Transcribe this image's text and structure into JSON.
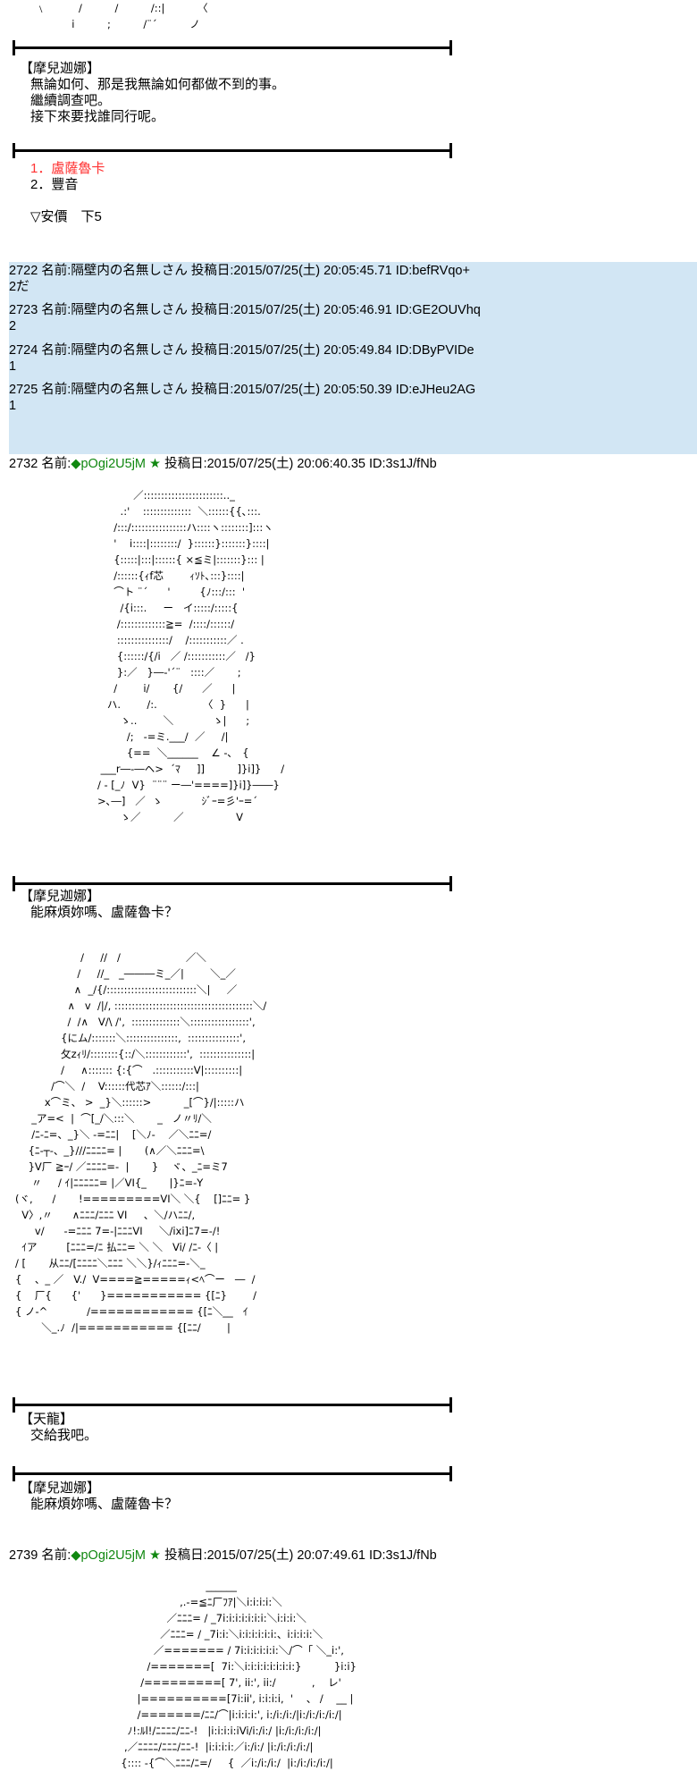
{
  "top_art": [
    "﹨          /          /          /::|          〈",
    "           i          ;          /¨´          ノ"
  ],
  "scene1": {
    "speaker": "【摩兒迦娜】",
    "lines": [
      "無論如何、那是我無論如何都做不到的事。",
      "繼續調查吧。",
      "接下來要找誰同行呢。"
    ]
  },
  "choices": {
    "items": [
      "1．盧薩魯卡",
      "2．豐音"
    ],
    "anka": "▽安價　下5"
  },
  "replies": [
    {
      "header": "2722 名前:隔壁内の名無しさん 投稿日:2015/07/25(土) 20:05:45.71 ID:befRVqo+",
      "body": "2だ"
    },
    {
      "header": "2723 名前:隔壁内の名無しさん 投稿日:2015/07/25(土) 20:05:46.91 ID:GE2OUVhq",
      "body": "2"
    },
    {
      "header": "2724 名前:隔壁内の名無しさん 投稿日:2015/07/25(土) 20:05:49.84 ID:DByPVIDe",
      "body": "1"
    },
    {
      "header": "2725 名前:隔壁内の名無しさん 投稿日:2015/07/25(土) 20:05:50.39 ID:eJHeu2AG",
      "body": "1"
    }
  ],
  "post2732": {
    "num": "2732",
    "name_label": "名前:",
    "trip": "◆pOgi2U5jM",
    "star": "★",
    "date": "投稿日:2015/07/25(土) 20:06:40.35 ID:3s1J/fNb",
    "art": [
      "              ／:::::::::::::::::::::::.._",
      "          .:'    ::::::::::::::  ＼::::::{{､:::.",
      "        /:::/::::::::::::::::ハ::::ヽ::::::::]:::ヽ",
      "        '    i::::|::::::::/  }::::::}:::::::}::::|",
      "        {:::::|:::|::::::{ ×≦ミ|:::::::}::: |",
      "        /::::::{ｨf芯        ｨｿﾄ､:::}::::|",
      "        ⌒ト ¨´      '         {ﾉ:::/:::  '",
      "          /{i:::.     ー   イ:::::/:::::{",
      "         /:::::::::::::≧=  /::::/::::::/",
      "         :::::::::::::::/    /:::::::::::／ .",
      "         {::::::/{/i   ／ /:::::::::::／   /}",
      "         }:／   }―‐'´¨   ::::／       ;",
      "        /        i/       {/      ／      |",
      "      ハ.        /:.              〈  }      |",
      "          ゝ..        ＼            ゝ|      ;",
      "            /;   ‐=ミ.___/  ／     /|",
      "            {==  ＼______    ∠ ‐､   {",
      "    ___r―-―ヘ>  ´ﾏ     ]]          ]}i]}      /",
      "   / ‐ [_ﾉ  V}  ¨¨¨ ー―'====]}i]}――}",
      "   >､―]   ／  ゝ            ｼﾞｰ=彡'ｰ=´",
      "          ゝ／          ／                V"
    ]
  },
  "scene2": {
    "speaker": "【摩兒迦娜】",
    "line": "能麻煩妳嗎、盧薩魯卡？"
  },
  "art2": [
    "                       /     //   /                    ／＼",
    "                      /     //_   _―――ミ_／|        ＼_／",
    "                     ∧  _/{/::::::::::::::::::::::::::＼|     ／",
    "                   ∧   v  /|/, ::::::::::::::::::::::::::::::::::::::::＼/",
    "                   /  /∧   V/\\ /',  ::::::::::::::＼:::::::::::::::::',",
    "                 {にム/:::::::＼:::::::::::::::,  :::::::::::::::',",
    "                 攵zｨﾘ/::::::::{::/＼::::::::::::',  :::::::::::::::|",
    "                 /     ∧::::::: {:{⌒   .:::::::::::V|::::::::::|",
    "              /⌒＼  /    V::::::代芯ｱ＼::::::/:::|",
    "            x⌒ミ、 >  _}＼::::::>          _[⌒}/|:::::ハ",
    "        _ア=<  |  ⌒[_/＼:::＼       _   ノ〃ﾘ/＼",
    "        /ﾆ‐ﾆ=、_}＼ -=ﾆﾆ|    [＼ﾉ-    ／＼ﾆﾆ=/",
    "       {ﾆ‐┬‐、_}///ﾆﾆﾆﾆ= |       (∧／＼ﾆﾆﾆ=\\",
    "       }V厂 ≧ｰ/ ／ﾆﾆﾆﾆ=-  |       }    ヾ、_ﾆ=ミ7",
    "        〃     / ｲ|ﾆﾆﾆﾆﾆ= |／VI{_       |}ﾆ=-Y",
    "   (ヾ,      /       !=========VI＼ ＼{    []ﾆﾆ= }",
    "     V〉,〃      ∧ﾆﾆﾆ/ﾆﾆﾆ VI     、＼/ハﾆﾆ/,",
    "         v/      -=ﾆﾆﾆ 7=-|ﾆﾆﾆVI     ＼/ixi]ﾆ7=-/!",
    "     ｲア         [ﾆﾆﾆ=/ﾆ 払ﾆﾆ= ＼ ＼   Vi/ /ﾆ-〈 |",
    "   / [       从ﾆﾆ/[ﾆﾆﾆﾆ＼ﾆﾆﾆ ＼＼}/ｨﾆﾆﾆ=-＼_",
    "   {    、_ ／   V./  V====≧=====ｨ<ﾍ⌒ー   ―  /",
    "   {    厂{      {'      }=========== {[ﾆ}        /",
    "   { ノ-^            /============ {[ﾆ＼__   ｲ",
    "           ＼_.ﾉ  /|=========== {[ﾆﾆ/        |"
  ],
  "scene3": {
    "speaker": "【天龍】",
    "line": "交給我吧。"
  },
  "scene4": {
    "speaker": "【摩兒迦娜】",
    "line": "能麻煩妳嗎、盧薩魯卡？"
  },
  "post2739": {
    "num": "2739",
    "name_label": "名前:",
    "trip": "◆pOgi2U5jM",
    "star": "★",
    "date": "投稿日:2015/07/25(土) 20:07:49.61 ID:3s1J/fNb",
    "art": [
      "                            ______",
      "                    ,.-=≦ﾆ厂ﾌｱ|＼i:i:i:i:＼",
      "                ／ﾆﾆﾆ= / _7i:i:i:i:i:i:i:＼i:i:i:＼",
      "              ／ﾆﾆﾆ= / _7i:i:＼i:i:i:i:i:i:、i:i:i:i:＼",
      "            ／======= / 7i:i:i:i:i:i:＼/⌒「 ＼_i:',",
      "          /=======[  7i:＼i:i:i:i:i:i:i:i:}          }i:i}",
      "        /=========[ 7', ii:', ii:/           ,    レ'",
      "       |==========[7i:ii', i:i:i:i,  '    、 /    __ |",
      "       /=======/ﾆﾆ/⌒|i:i:i:i:', i:/i:/i:/|i:/i:/i:/i:/|",
      "    ﾉ!:ﾙl!/ﾆﾆﾆﾆ/ﾆﾆ-!   |i:i:i:i:iVi/i:/i:/ |i:/i:/i:/i:/|",
      "   ,／ﾆﾆﾆﾆ/ﾆﾆﾆ/ﾆﾆ-!  |i:i:i:i:／i:/i:/ |i:/i:/i:/i:/|",
      "  {:::: -{⌒＼ﾆﾆﾆ/ﾆ=/     {  ／i:/i:/i:/  |i:/i:/i:/i:/|"
    ]
  }
}
